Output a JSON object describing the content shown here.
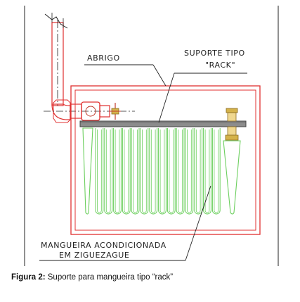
{
  "diagram": {
    "labels": {
      "shelter": "ABRIGO",
      "support_line1": "SUPORTE TIPO",
      "support_line2": "\"RACK\"",
      "hose_line1": "MANGUEIRA ACONDICIONADA",
      "hose_line2": "EM ZIGUEZAGUE"
    },
    "colors": {
      "shelter": "#e03030",
      "pipe": "#e03030",
      "valve": "#c0392b",
      "rack": "#555555",
      "hose": "#6ccf5e",
      "coupling": "#d4b24a",
      "lines": "#222222"
    }
  },
  "caption": {
    "label": "Figura 2:",
    "text": "Suporte para mangueira tipo “rack”"
  }
}
